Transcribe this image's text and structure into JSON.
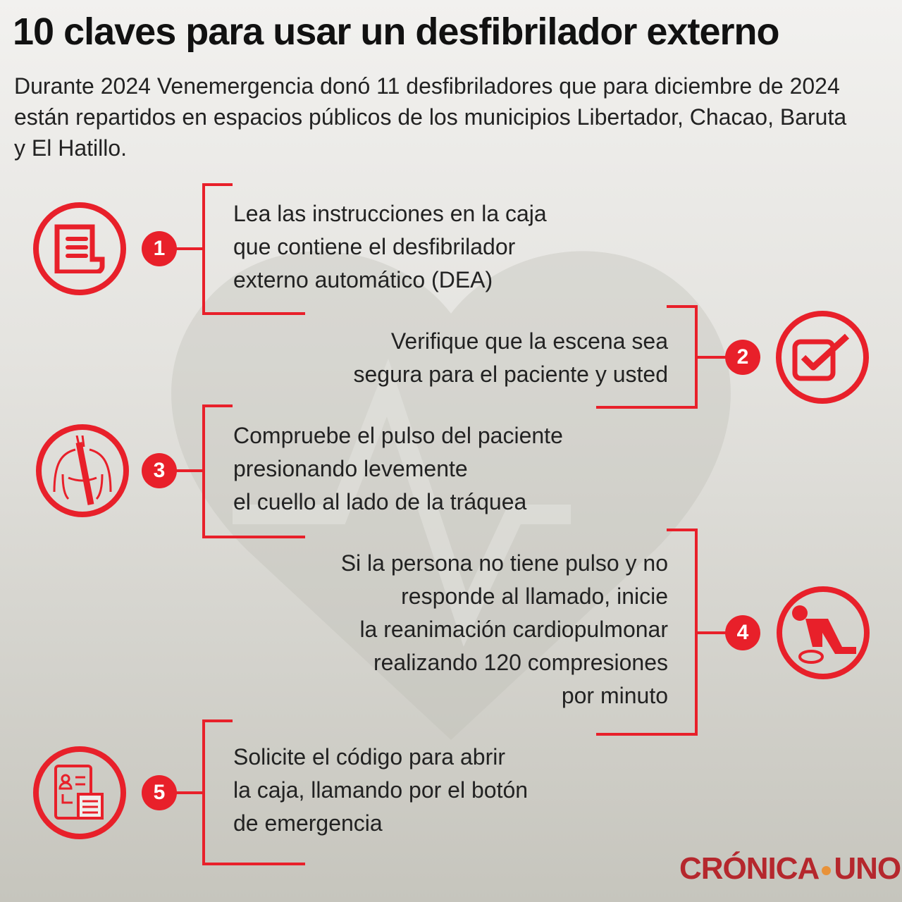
{
  "title": "10 claves para usar un desfibrilador externo",
  "subtitle": "Durante 2024 Venemergencia donó 11 desfibriladores que para diciembre de 2024 están repartidos en espacios públicos de los municipios Libertador, Chacao, Baruta y El Hatillo.",
  "accent": "#e8202a",
  "steps": [
    {
      "number": "1",
      "icon": "document-icon",
      "text": "Lea las instrucciones en la caja\nque contiene el desfibrilador\nexterno automático (DEA)"
    },
    {
      "number": "2",
      "icon": "checkbox-icon",
      "text": "Verifique que la escena sea\nsegura para el paciente y usted"
    },
    {
      "number": "3",
      "icon": "torso-pulse-icon",
      "text": "Compruebe el pulso del paciente\npresionando levemente\nel cuello al lado de la tráquea"
    },
    {
      "number": "4",
      "icon": "cpr-icon",
      "text": "Si la persona no tiene pulso y no\nresponde al llamado, inicie\nla reanimación cardiopulmonar\nrealizando 120 compresiones\npor minuto"
    },
    {
      "number": "5",
      "icon": "call-form-icon",
      "text": "Solicite el código para abrir\nla caja, llamando por el botón\nde emergencia"
    }
  ],
  "logo": {
    "left": "CRÓNICA",
    "right": "UNO"
  }
}
